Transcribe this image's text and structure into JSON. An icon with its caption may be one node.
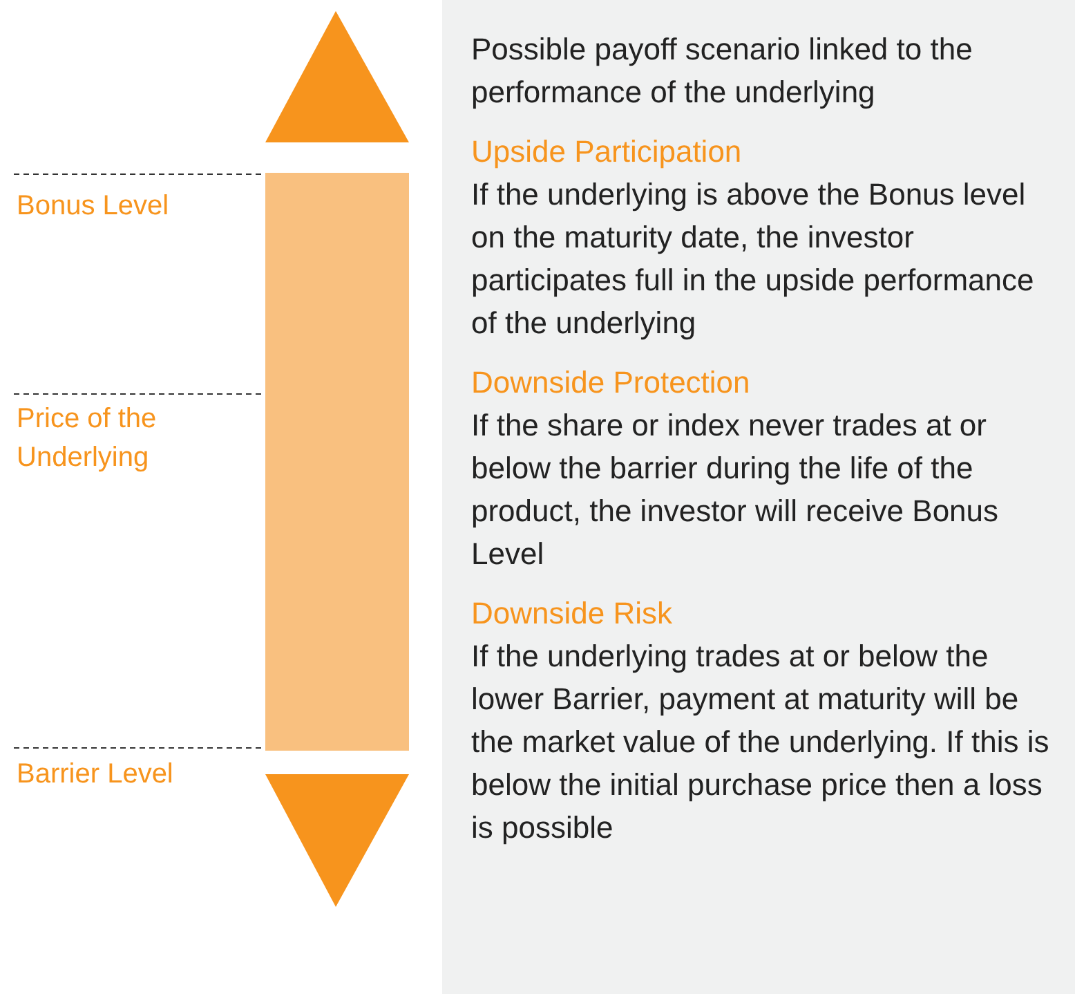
{
  "diagram": {
    "nodes": [
      {
        "text": [
          "Possible payoff scenario linked to the performance of the underlying",
          "Upside Participation",
          "If the underlying is above the Bonus level on the maturity date, the investor participates full in the upside performance of the underlying",
          "Downside Protection",
          "If the share or index never trades at or below the barrier during the life of the product, the investor will receive Bonus Level",
          "Downside Risk",
          "If the underlying trades at or below the lower Barrier, payment at maturity will be the market value of the underlying. If this is below the initial purchase price then a loss is possible"
        ]
      }
    ],
    "labels": [
      "Bonus Level",
      "Price of the Underlying",
      "Barrier Level"
    ]
  }
}
